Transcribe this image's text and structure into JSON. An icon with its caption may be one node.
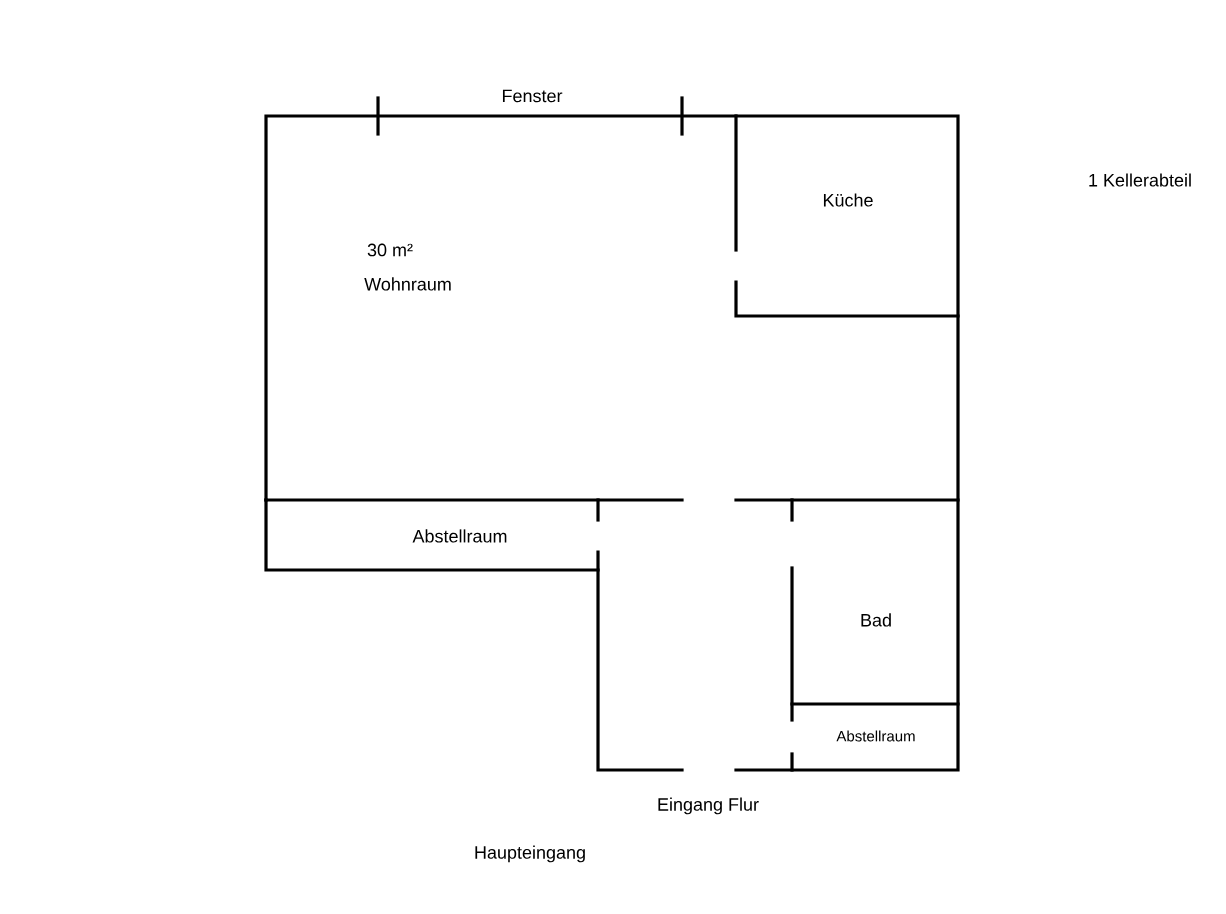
{
  "diagram": {
    "labels": [
      "Fenster",
      "Küche",
      "1 Kellerabteil",
      "30 m²",
      "Wohnraum",
      "Abstellraum",
      "Bad",
      "Abstellraum",
      "Eingang Flur",
      "Haupteingang"
    ]
  }
}
